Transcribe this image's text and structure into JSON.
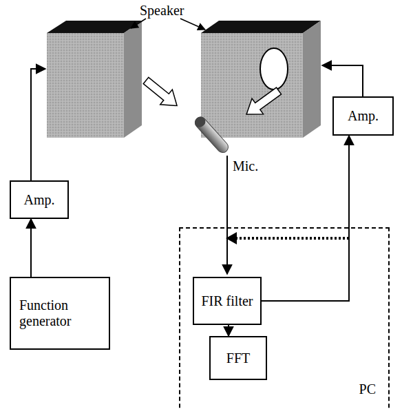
{
  "diagram": {
    "nodes": [
      {
        "text": [
          "Amp."
        ]
      },
      {
        "text": [
          "Amp."
        ]
      },
      {
        "text": [
          "PC"
        ]
      },
      {
        "text": [
          "FIR filter"
        ],
        "in": 2
      },
      {
        "text": [
          "FFT"
        ],
        "in": 2
      },
      {
        "text": [
          "Function generator"
        ]
      }
    ],
    "edges": [
      {
        "from": 5,
        "to": 1,
        "arrow": "to"
      },
      {
        "from": 3,
        "to": 4,
        "arrow": "to"
      },
      {
        "from": 3,
        "to": 0,
        "arrow": "to"
      }
    ],
    "labels": [
      "Speaker",
      "Mic."
    ]
  }
}
